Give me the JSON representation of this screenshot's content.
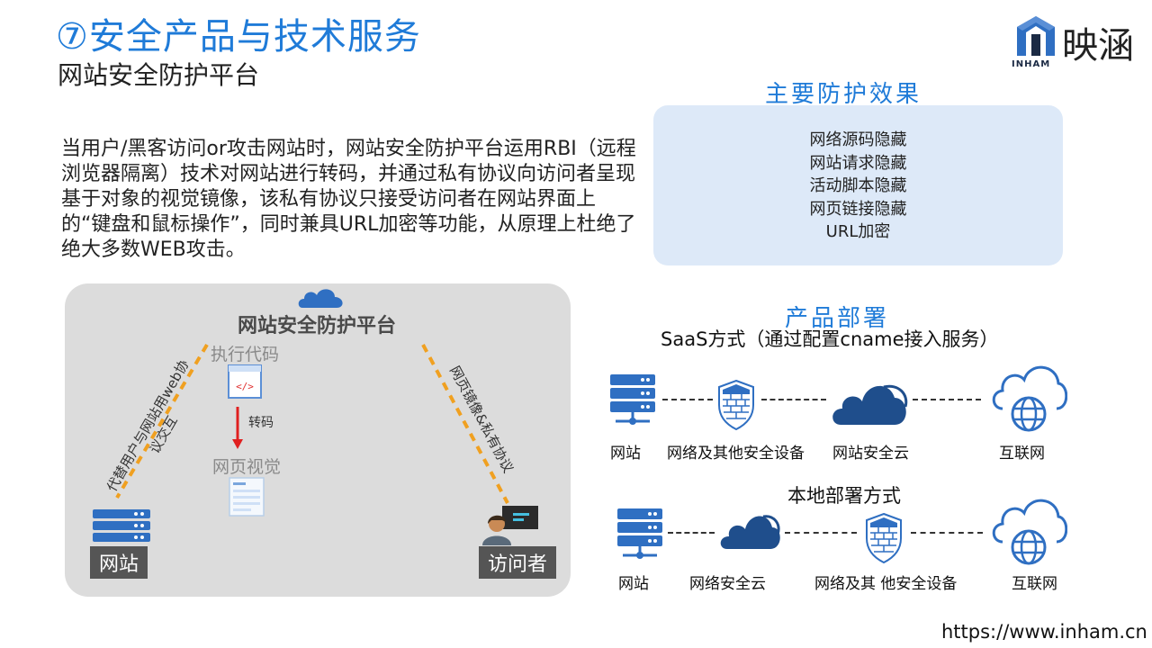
{
  "header": {
    "title": "⑦安全产品与技术服务",
    "subtitle": "网站安全防护平台"
  },
  "logo": {
    "name": "映涵",
    "sub": "INHAM"
  },
  "intro": "当用户/黑客访问or攻击网站时，网站安全防护平台运用RBI（远程浏览器隔离）技术对网站进行转码，并通过私有协议向访问者呈现基于对象的视觉镜像，该私有协议只接受访问者在网站界面上的“键盘和鼠标操作”，同时兼具URL加密等功能，从原理上杜绝了绝大多数WEB攻击。",
  "diagram": {
    "platform": "网站安全防护平台",
    "exec_code": "执行代码",
    "transcode": "转码",
    "page_visual": "网页视觉",
    "left_edge": "代替用户与网站用web协议交互",
    "right_edge": "网页镜像&私有协议",
    "site": "网站",
    "visitor": "访问者"
  },
  "effects": {
    "title": "主要防护效果",
    "items": [
      "网络源码隐藏",
      "网站请求隐藏",
      "活动脚本隐藏",
      "网页链接隐藏",
      "URL加密"
    ]
  },
  "deploy": {
    "title": "产品部署",
    "saas": {
      "title": "SaaS方式（通过配置cname接入服务）",
      "nodes": [
        "网站",
        "网络及其他安全设备",
        "网站安全云",
        "互联网"
      ]
    },
    "local": {
      "title": "本地部署方式",
      "nodes": [
        "网站",
        "网络安全云",
        "网络及其 他安全设备",
        "互联网"
      ]
    }
  },
  "footer_url": "https://www.inham.cn",
  "colors": {
    "accent": "#1f7bd8",
    "icon_blue": "#2f6fc2",
    "dark_blue": "#1f4e8c",
    "panel": "#dcdcdc",
    "effects_bg": "#dde9f8",
    "orange": "#f0a020"
  }
}
